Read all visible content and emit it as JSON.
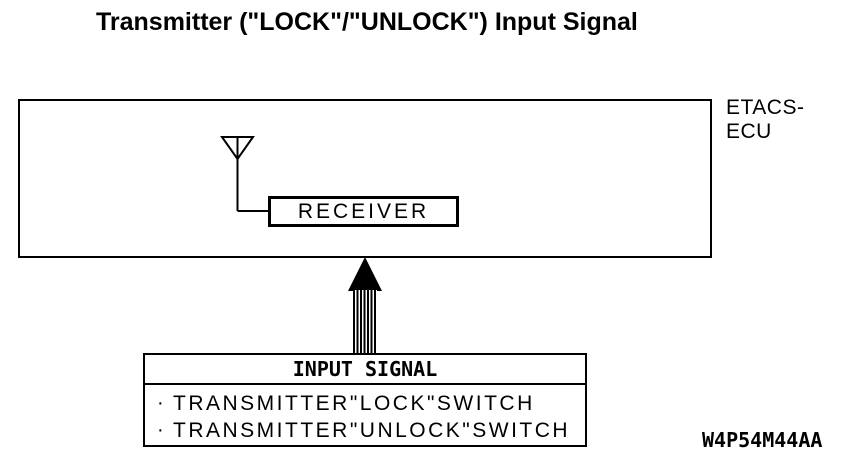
{
  "title": "Transmitter (\"LOCK\"/\"UNLOCK\") Input Signal",
  "diagram": {
    "ecu": {
      "label_line1": "ETACS-",
      "label_line2": "ECU",
      "receiver_label": "RECEIVER"
    },
    "input_signal_box": {
      "header": "INPUT SIGNAL",
      "items": [
        {
          "bullet": "·",
          "label": "TRANSMITTER\"LOCK\"SWITCH"
        },
        {
          "bullet": "·",
          "label": "TRANSMITTER\"UNLOCK\"SWITCH"
        }
      ]
    },
    "figure_code": "W4P54M44AA"
  },
  "colors": {
    "ink": "#000000",
    "background": "#ffffff"
  }
}
